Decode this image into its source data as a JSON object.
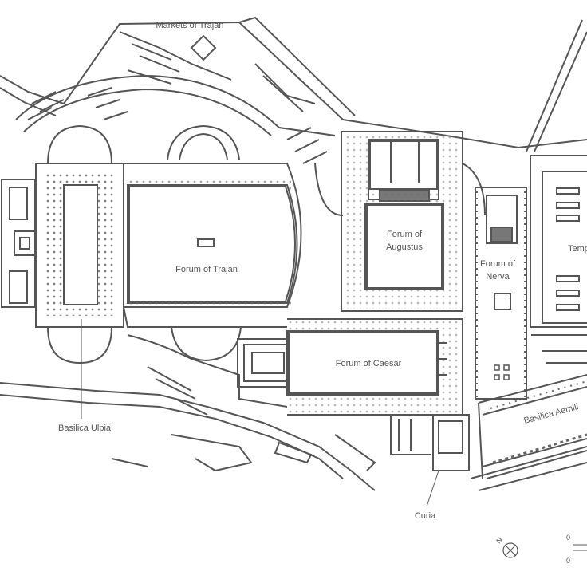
{
  "map": {
    "colors": {
      "wall": "#555555",
      "text": "#555555",
      "paper": "#ffffff",
      "col": "#666666"
    },
    "labels": {
      "markets_of_trajan": "Markets of Trajan",
      "forum_of_trajan": "Forum of Trajan",
      "forum_of_augustus_1": "Forum of",
      "forum_of_augustus_2": "Augustus",
      "forum_of_nerva_1": "Forum of",
      "forum_of_nerva_2": "Nerva",
      "temple_partial": "Temp",
      "forum_of_caesar": "Forum of Caesar",
      "basilica_ulpia": "Basilica Ulpia",
      "basilica_aemilia_partial": "Basilica Aemili",
      "curia": "Curia"
    },
    "north_arrow": {
      "letter": "N",
      "icon": "compass-rose-icon"
    },
    "scale_bar": {
      "ticks": [
        "0",
        "0"
      ]
    }
  }
}
